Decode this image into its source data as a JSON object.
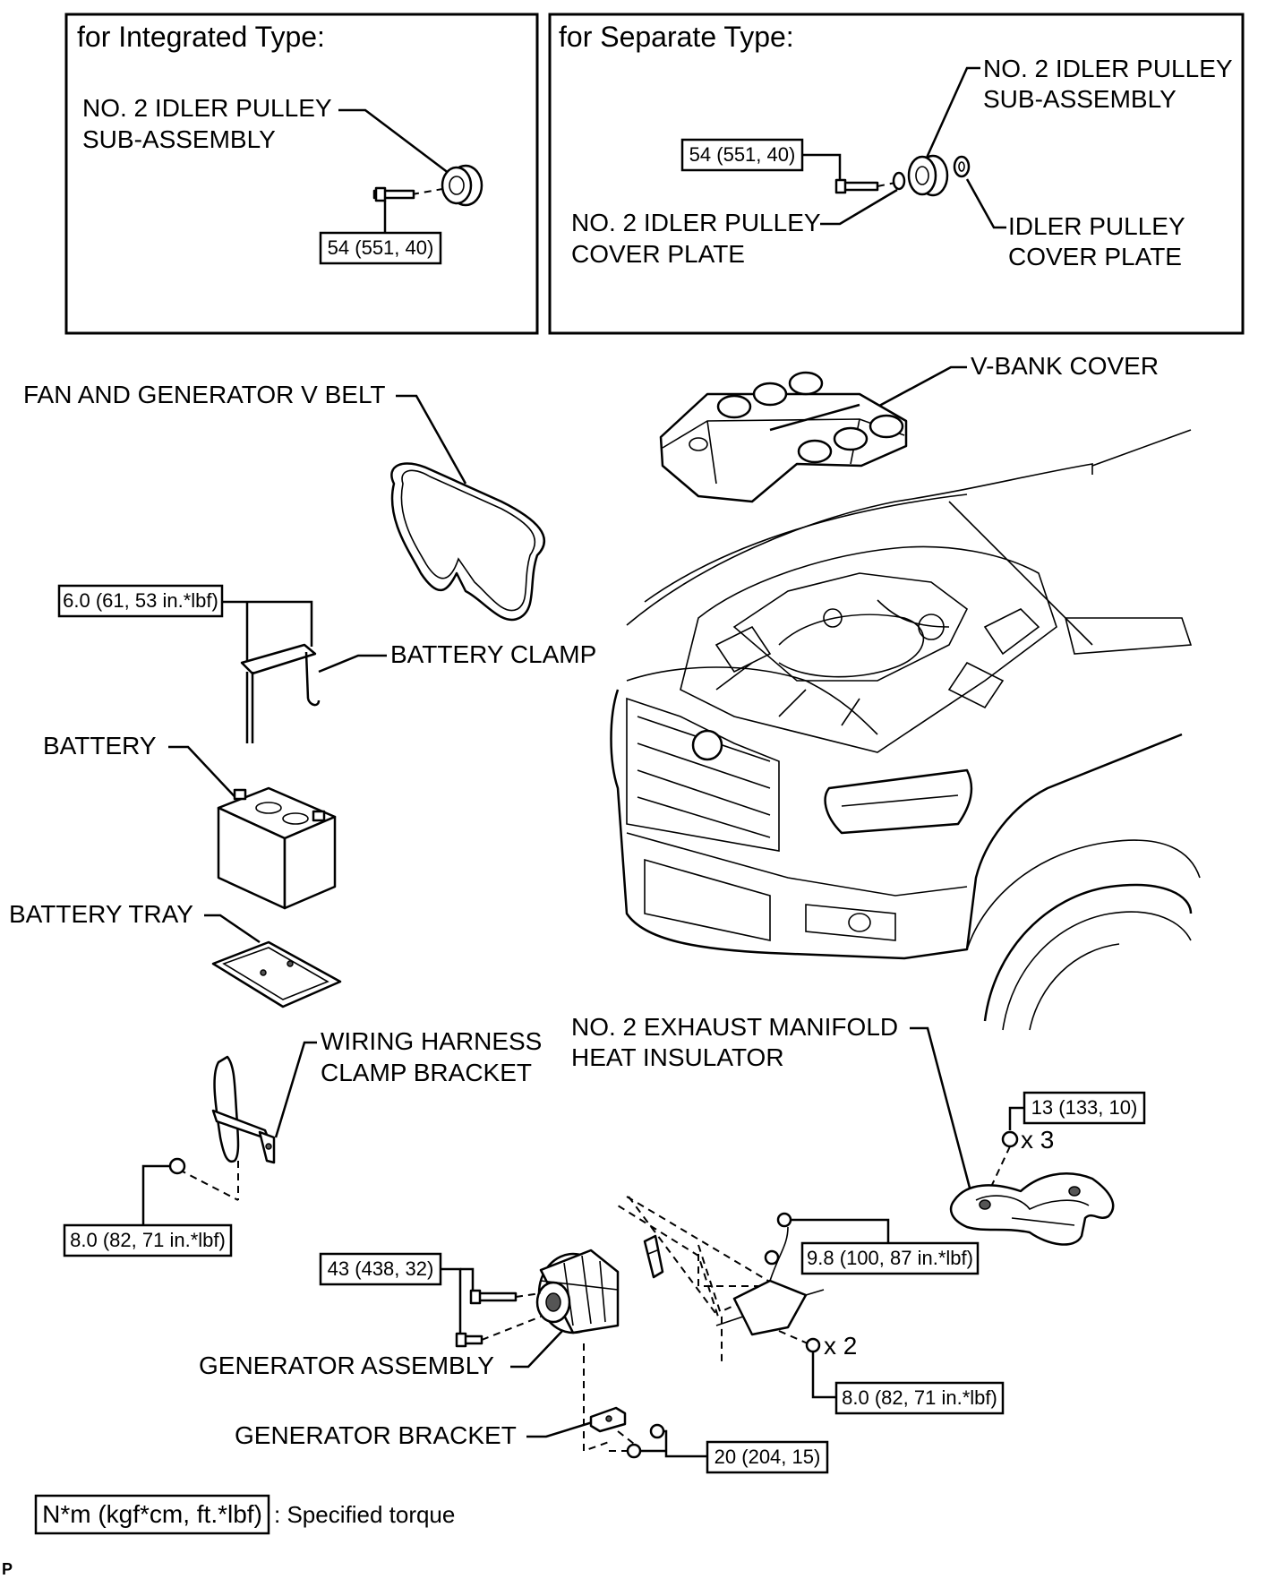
{
  "integrated_panel": {
    "heading": "for Integrated Type:",
    "pulley_label": [
      "NO. 2 IDLER PULLEY",
      "SUB-ASSEMBLY"
    ],
    "torque": "54 (551, 40)"
  },
  "separate_panel": {
    "heading": "for Separate Type:",
    "pulley_label": [
      "NO. 2 IDLER PULLEY",
      "SUB-ASSEMBLY"
    ],
    "torque": "54 (551, 40)",
    "cover_plate_no2_label": [
      "NO. 2 IDLER PULLEY",
      "COVER PLATE"
    ],
    "cover_plate_label": [
      "IDLER PULLEY",
      "COVER PLATE"
    ]
  },
  "labels": {
    "v_bank_cover": "V-BANK COVER",
    "v_belt": "FAN AND GENERATOR V BELT",
    "battery_clamp": "BATTERY CLAMP",
    "battery": "BATTERY",
    "battery_tray": "BATTERY TRAY",
    "wiring_bracket": [
      "WIRING HARNESS",
      "CLAMP BRACKET"
    ],
    "heat_insulator": [
      "NO. 2 EXHAUST MANIFOLD",
      "HEAT INSULATOR"
    ],
    "generator_assembly": "GENERATOR ASSEMBLY",
    "generator_bracket": "GENERATOR BRACKET"
  },
  "torques": {
    "battery_clamp": "6.0 (61, 53 in.*lbf)",
    "wiring_bracket": "8.0 (82, 71 in.*lbf)",
    "heat_insulator": "13 (133, 10)",
    "generator_assembly": "43 (438, 32)",
    "generator_nut": "9.8 (100, 87 in.*lbf)",
    "generator_bolts": "8.0 (82, 71 in.*lbf)",
    "generator_bracket": "20 (204, 15)"
  },
  "counts": {
    "heat_insulator_bolts": "x 3",
    "generator_bolts": "x 2"
  },
  "legend": {
    "unit_box": "N*m (kgf*cm, ft.*lbf)",
    "text": ": Specified torque"
  },
  "footer_code": "P"
}
